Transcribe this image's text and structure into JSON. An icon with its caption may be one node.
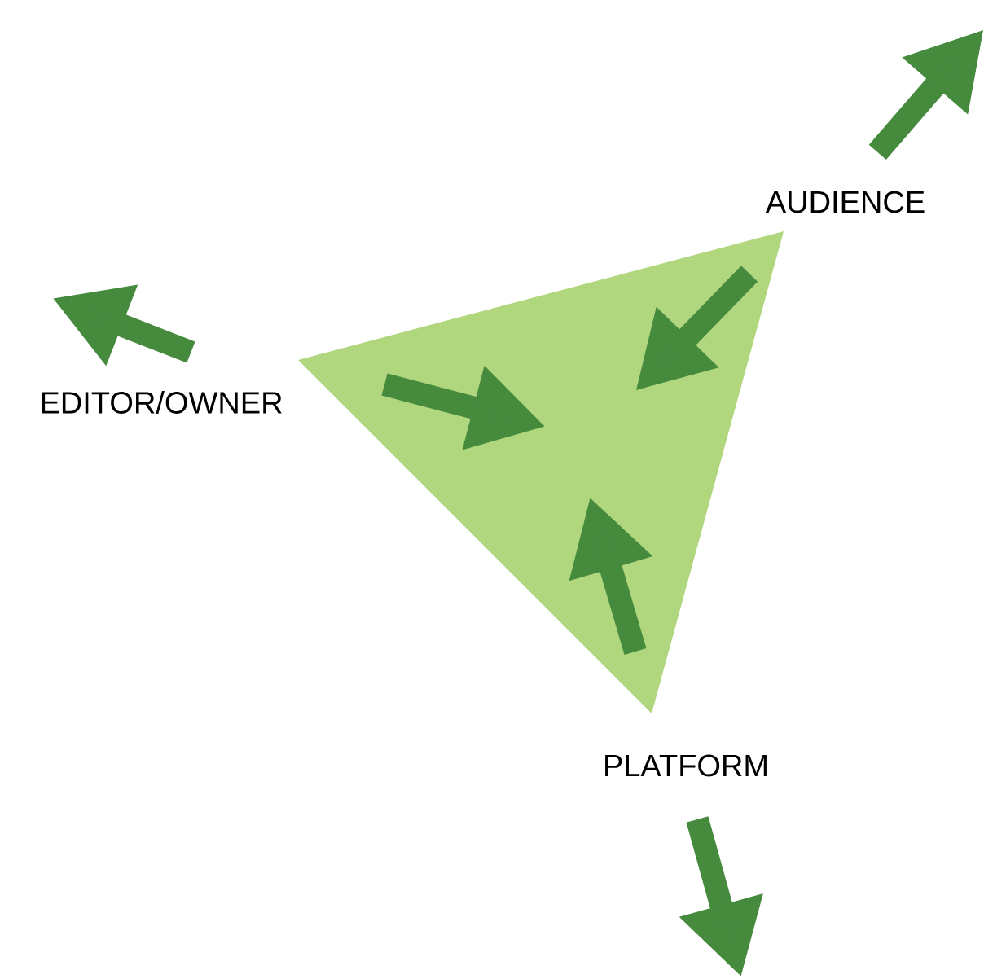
{
  "diagram": {
    "nodes": [
      {
        "text": [],
        "shape": "triangle"
      },
      {
        "text": [
          "AUDIENCE"
        ]
      },
      {
        "text": [
          "EDITOR/OWNER"
        ]
      },
      {
        "text": [
          "PLATFORM"
        ]
      }
    ],
    "edges": [
      {
        "from": 1,
        "to": null,
        "arrow": "to"
      },
      {
        "from": 2,
        "to": null,
        "arrow": "to"
      },
      {
        "from": 3,
        "to": null,
        "arrow": "to"
      }
    ]
  }
}
